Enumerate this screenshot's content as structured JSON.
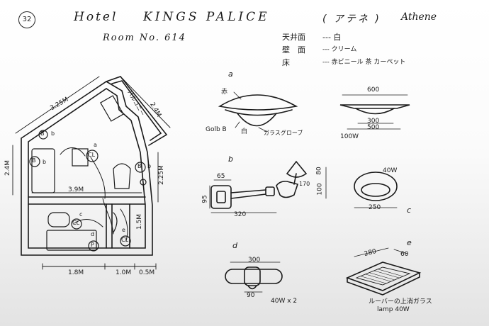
{
  "header": {
    "page_number": "32",
    "hotel_word": "Hotel",
    "hotel_name": "KINGS PALICE",
    "city_jp": "( アテネ )",
    "city": "Athene",
    "room": "Room No. 614"
  },
  "specs": [
    {
      "label": "天井面",
      "value": "--- 白"
    },
    {
      "label": "壁　面",
      "value": "--- クリーム"
    },
    {
      "label": "床",
      "value": "--- 赤ビニール 茶 カーペット"
    }
  ],
  "plan": {
    "dim_top": "3.25M",
    "dim_right_top": "2.4M",
    "dim_left": "2.4M",
    "dim_right": "2.25M",
    "dim_mid": "3.9M",
    "dim_bottom_1": "1.8M",
    "dim_bottom_2": "1.0M",
    "dim_bottom_3": "0.5M",
    "dim_15": "1.5M",
    "balcony": "バルコニー",
    "fixtures": [
      {
        "code": "B",
        "sub": "b"
      },
      {
        "code": "B",
        "sub": "b"
      },
      {
        "code": "CL",
        "sub": "a"
      },
      {
        "code": "B",
        "sub": "b"
      },
      {
        "code": "CL",
        "sub": "c"
      },
      {
        "code": "CL",
        "sub": "e"
      },
      {
        "code": "P",
        "sub": "d"
      }
    ]
  },
  "fixture_a": {
    "letter": "a",
    "label_red": "赤",
    "label_gold": "Golb B",
    "label_white": "白",
    "label_glass": "ガラスグローブ",
    "dim_top": "600",
    "dim_mid": "300",
    "dim_bottom": "500",
    "watt": "100W"
  },
  "fixture_b": {
    "letter": "b",
    "dim_65": "65",
    "dim_170": "170",
    "dim_80": "80",
    "dim_100": "100",
    "dim_95": "95",
    "dim_320": "320"
  },
  "fixture_c": {
    "letter": "c",
    "watt": "40W",
    "dim": "250"
  },
  "fixture_d": {
    "letter": "d",
    "dim_top": "300",
    "dim_bottom": "90",
    "watt": "40W x 2"
  },
  "fixture_e": {
    "letter": "e",
    "dim_280": "280",
    "dim_60": "60",
    "note": "ルーバーの上消ガラス",
    "lamp": "lamp 40W"
  }
}
